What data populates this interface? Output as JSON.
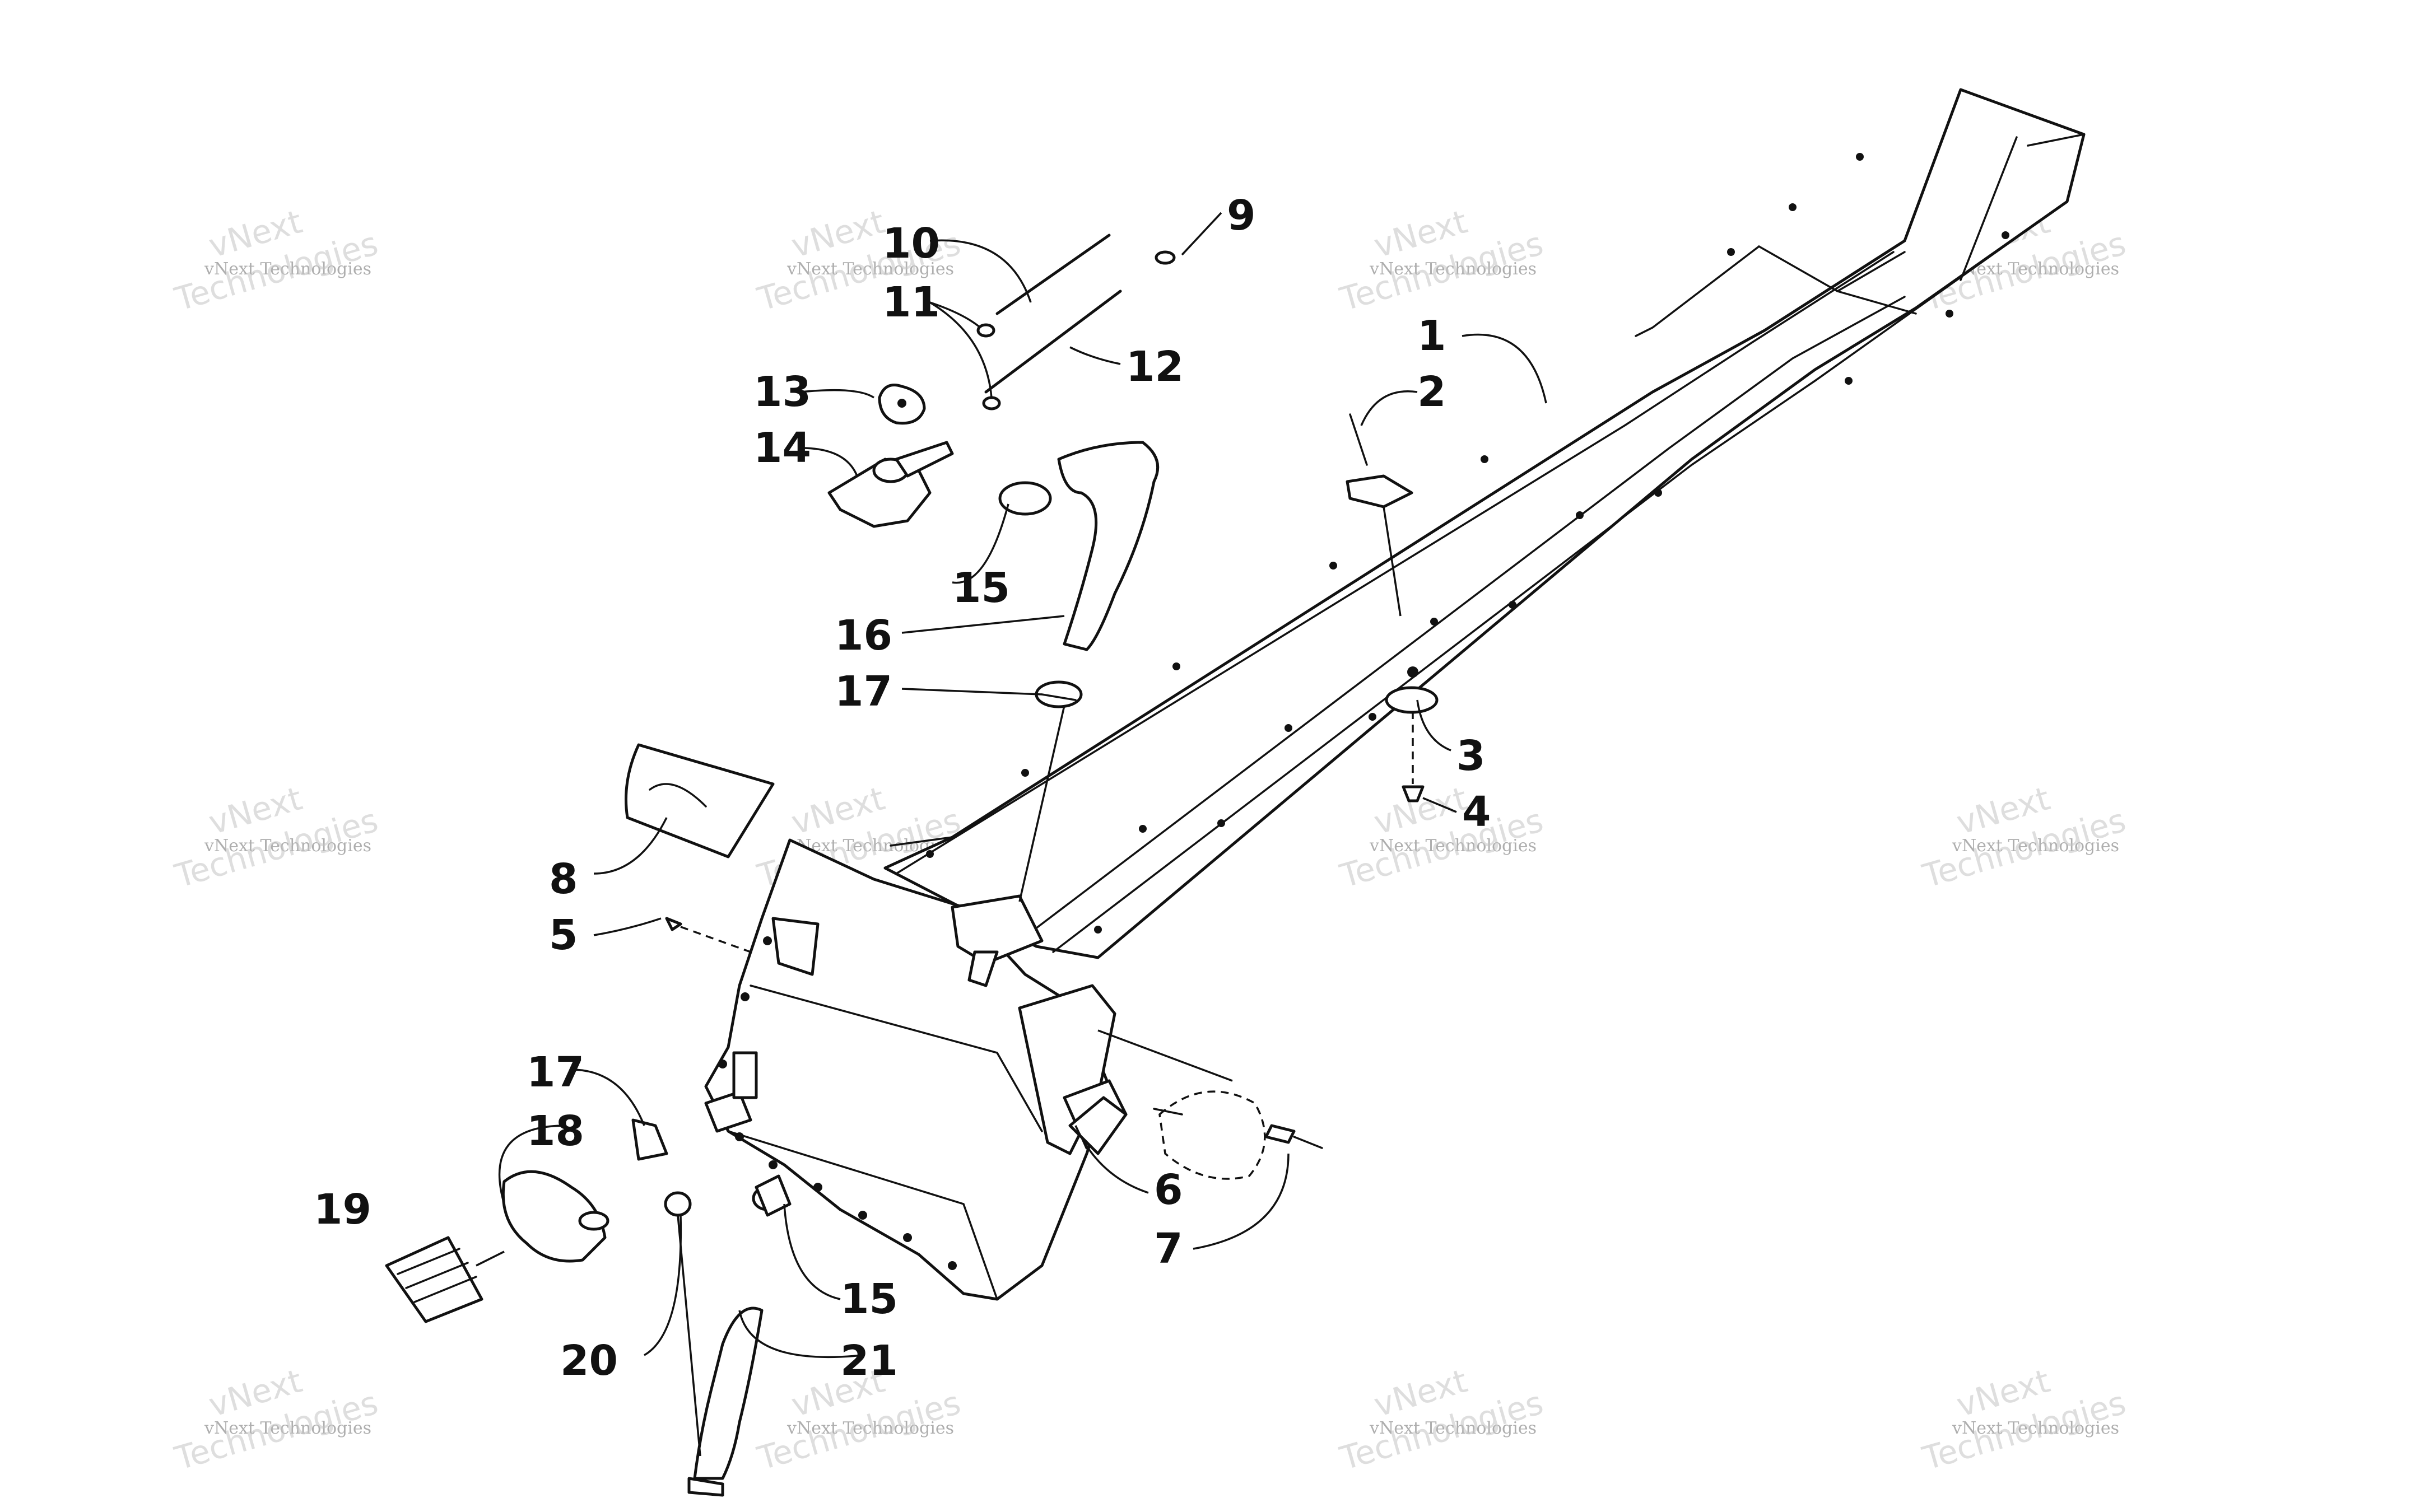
{
  "callouts": [
    {
      "id": "1",
      "label": "1"
    },
    {
      "id": "2",
      "label": "2"
    },
    {
      "id": "3",
      "label": "3"
    },
    {
      "id": "4",
      "label": "4"
    },
    {
      "id": "5",
      "label": "5"
    },
    {
      "id": "6",
      "label": "6"
    },
    {
      "id": "7",
      "label": "7"
    },
    {
      "id": "8",
      "label": "8"
    },
    {
      "id": "9",
      "label": "9"
    },
    {
      "id": "10",
      "label": "10"
    },
    {
      "id": "11",
      "label": "11"
    },
    {
      "id": "12",
      "label": "12"
    },
    {
      "id": "13",
      "label": "13"
    },
    {
      "id": "14",
      "label": "14"
    },
    {
      "id": "15a",
      "label": "15"
    },
    {
      "id": "15b",
      "label": "15"
    },
    {
      "id": "16",
      "label": "16"
    },
    {
      "id": "17a",
      "label": "17"
    },
    {
      "id": "17b",
      "label": "17"
    },
    {
      "id": "18",
      "label": "18"
    },
    {
      "id": "19",
      "label": "19"
    },
    {
      "id": "20",
      "label": "20"
    },
    {
      "id": "21",
      "label": "21"
    }
  ],
  "watermark": {
    "line1": "vNext Technologies",
    "line2": "Technologies",
    "overlay": "vNext"
  }
}
